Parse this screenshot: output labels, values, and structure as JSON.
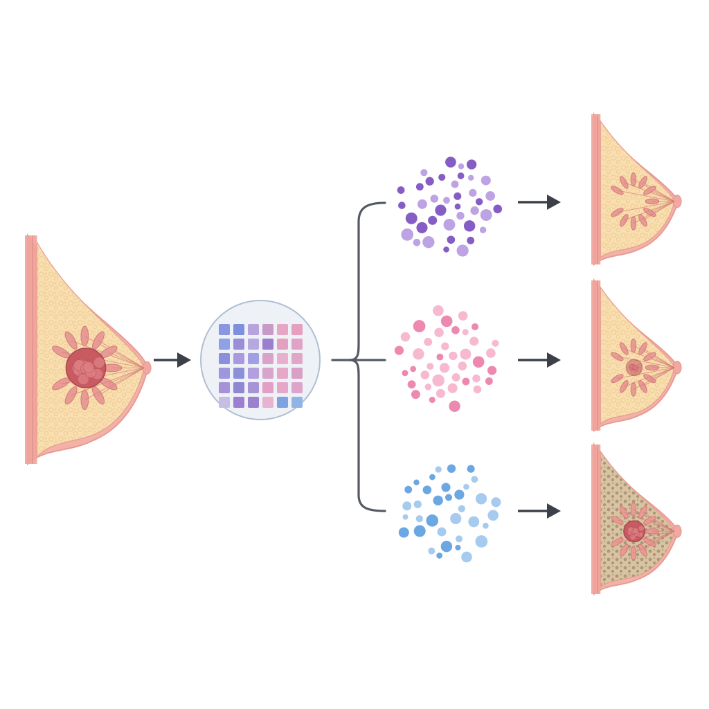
{
  "diagram": {
    "source_tissue": {
      "icon": "breast-cross-section-icon",
      "tumor": "large"
    },
    "matrix": {
      "icon": "expression-heatmap-icon",
      "columns": 6,
      "rows": 6,
      "cell_colors": [
        [
          "#8a96e0",
          "#7f8fe0",
          "#b7a3de",
          "#c79ac8",
          "#e7a6c4",
          "#e6a0bf"
        ],
        [
          "#8ea0e6",
          "#9a8ed9",
          "#b8a8e0",
          "#9b7fce",
          "#e3a0c0",
          "#e1a2c6"
        ],
        [
          "#8c8fdc",
          "#a99ae0",
          "#a29ee4",
          "#d9a2c9",
          "#e8b0cc",
          "#e2a7c8"
        ],
        [
          "#9f96e0",
          "#8c90da",
          "#b39ee0",
          "#d7a4cc",
          "#e6a6c5",
          "#d9a0c6"
        ],
        [
          "#a692d8",
          "#8f86d4",
          "#a694d6",
          "#e3a0c6",
          "#e5a8c9",
          "#dda5cb"
        ],
        [
          "#c7bde6",
          "#9d7fd2",
          "#9a82cf",
          "#e7b4cf",
          "#7ea2e0",
          "#8fb5e8"
        ]
      ]
    },
    "clusters": [
      {
        "name": "purple-cluster",
        "color_dark": "#7b4fc0",
        "color_light": "#b79ae2"
      },
      {
        "name": "pink-cluster",
        "color_dark": "#ec7fa9",
        "color_light": "#f6b3cc"
      },
      {
        "name": "blue-cluster",
        "color_dark": "#5e9fe0",
        "color_light": "#9ec7ee"
      }
    ],
    "outcomes": [
      {
        "name": "outcome-no-tumor",
        "tumor": "none",
        "dense_stroma": false
      },
      {
        "name": "outcome-small-tumor",
        "tumor": "small",
        "dense_stroma": false
      },
      {
        "name": "outcome-tumor-dense",
        "tumor": "medium",
        "dense_stroma": true
      }
    ],
    "colors": {
      "skin": "#f2b2a8",
      "skin_edge": "#e89a92",
      "fat": "#f8deb0",
      "fat_dots": "#f0cc90",
      "lobule": "#e89a94",
      "lobule_edge": "#d47c78",
      "tumor": "#c85a62",
      "tumor_light": "#de7f83",
      "dense": "#8a7060",
      "arrow": "#3c4048",
      "matrix_ring": "#b0bed0",
      "matrix_fill": "#eef2f7"
    }
  }
}
